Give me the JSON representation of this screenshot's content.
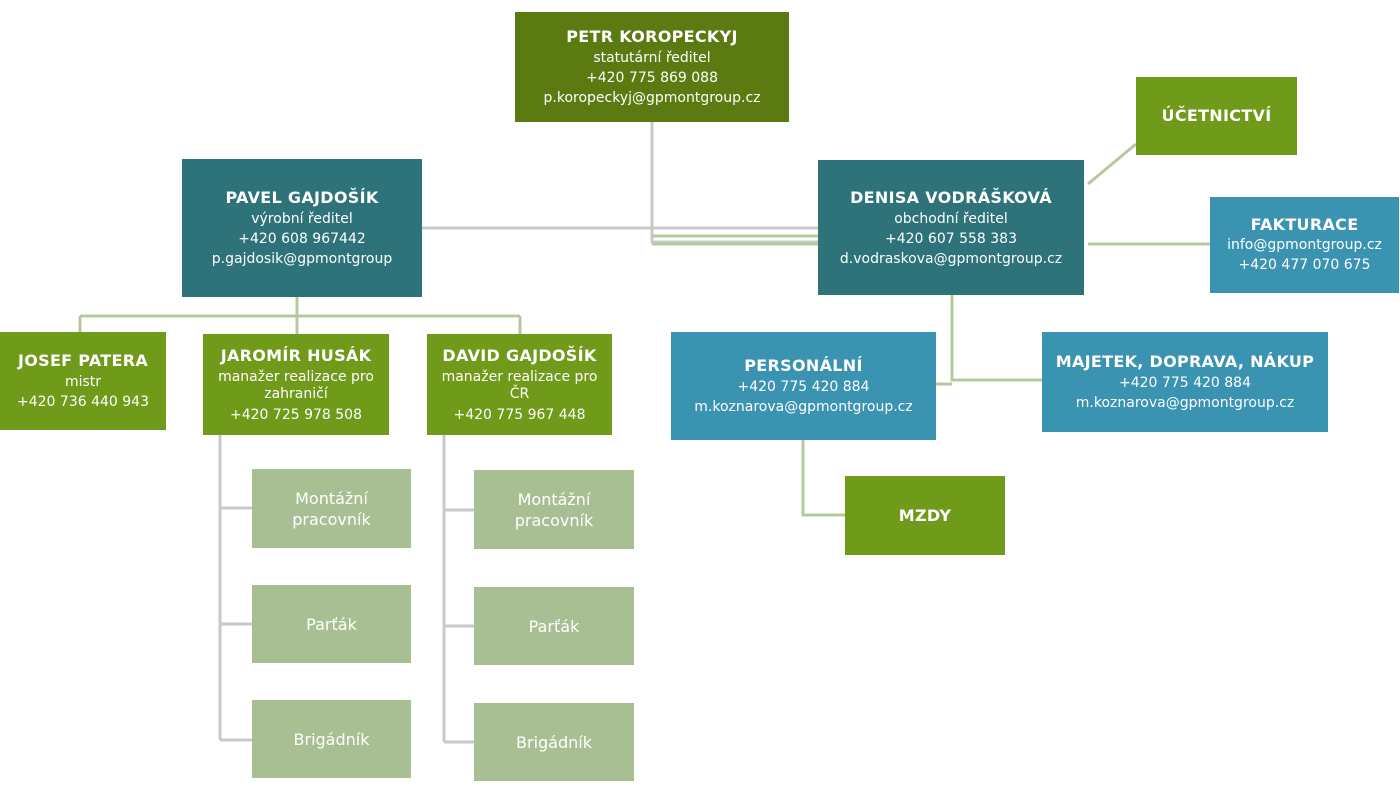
{
  "colors": {
    "olive": "#5b7b12",
    "green": "#6f9a1a",
    "teal": "#2e737a",
    "blue": "#3b93b2",
    "pale": "#a8bf94",
    "line_grey": "#c9c9c9",
    "line_green": "#b5c99d"
  },
  "nodes": {
    "petr": {
      "name": "PETR KOROPECKYJ",
      "role": "statutární ředitel",
      "phone": "+420 775 869 088",
      "email": "p.koropeckyj@gpmontgroup.cz"
    },
    "pavel": {
      "name": "PAVEL GAJDOŠÍK",
      "role": "výrobní ředitel",
      "phone": "+420 608 967442",
      "email": "p.gajdosik@gpmontgroup"
    },
    "denisa": {
      "name": "DENISA VODRÁŠKOVÁ",
      "role": "obchodní ředitel",
      "phone": "+420 607 558 383",
      "email": "d.vodraskova@gpmontgroup.cz"
    },
    "ucetnictvi": {
      "name": "ÚČETNICTVÍ"
    },
    "fakturace": {
      "name": "FAKTURACE",
      "email": "info@gpmontgroup.cz",
      "phone": "+420 477 070 675"
    },
    "josef": {
      "name": "JOSEF PATERA",
      "role": "mistr",
      "phone": "+420 736 440 943"
    },
    "jaromir": {
      "name": "JAROMÍR HUSÁK",
      "role_line1": "manažer realizace pro",
      "role_line2": "zahraničí",
      "phone": "+420 725 978 508"
    },
    "david": {
      "name": "DAVID GAJDOŠÍK",
      "role_line1": "manažer realizace pro",
      "role_line2": "ČR",
      "phone": "+420 775 967 448"
    },
    "personalni": {
      "name": "PERSONÁLNÍ",
      "phone": "+420 775 420 884",
      "email": "m.koznarova@gpmontgroup.cz"
    },
    "majetek": {
      "name": "MAJETEK, DOPRAVA, NÁKUP",
      "phone": "+420 775 420 884",
      "email": "m.koznarova@gpmontgroup.cz"
    },
    "mzdy": {
      "name": "MZDY"
    },
    "jaromir_team": {
      "montazni_line1": "Montážní",
      "montazni_line2": "pracovník",
      "partak": "Parťák",
      "brigadnik": "Brigádník"
    },
    "david_team": {
      "montazni_line1": "Montážní",
      "montazni_line2": "pracovník",
      "partak": "Parťák",
      "brigadnik": "Brigádník"
    }
  }
}
